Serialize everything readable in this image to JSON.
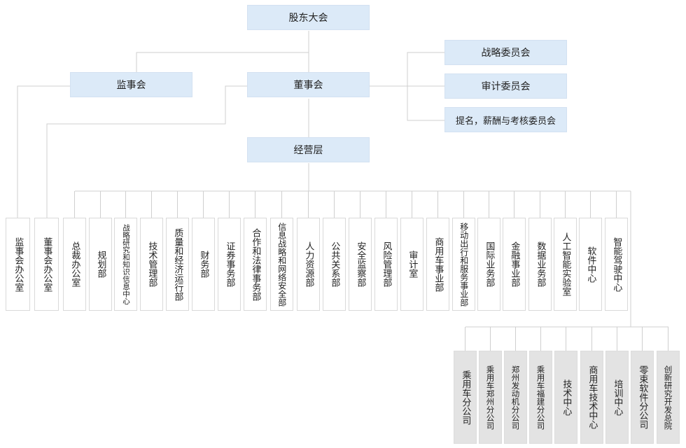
{
  "shareholders_meeting": "股东大会",
  "supervisory_board": "监事会",
  "board_of_directors": "董事会",
  "committees": [
    "战略委员会",
    "审计委员会",
    "提名，薪酬与考核委员会"
  ],
  "management": "经营层",
  "departments": [
    "监事会办公室",
    "董事会办公室",
    "总裁办公室",
    "规划部",
    "战略研究和知识信息中心",
    "技术管理部",
    "质量和经济运行部",
    "财务部",
    "证券事务部",
    "合作和法律事务部",
    "信息战略和网络安全部",
    "人力资源部",
    "公共关系部",
    "安全监察部",
    "风险管理部",
    "审计室",
    "商用车事业部",
    "移动出行和服务事业部",
    "国际业务部",
    "金融事业部",
    "数据业务部",
    "人工智能实验室",
    "软件中心",
    "智能驾驶中心"
  ],
  "subsidiaries": [
    "乘用车分公司",
    "乘用车郑州分公司",
    "郑州发动机分公司",
    "乘用车福建分公司",
    "技术中心",
    "商用车技术中心",
    "培训中心",
    "零束软件分公司",
    "创新研究开发总院"
  ]
}
